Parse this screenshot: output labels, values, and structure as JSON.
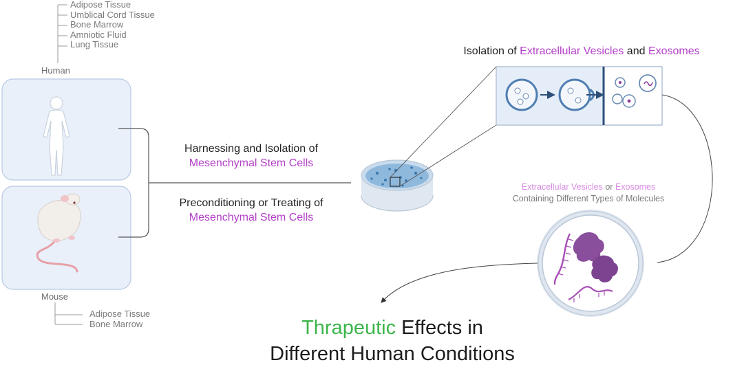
{
  "human": {
    "label": "Human",
    "sources": [
      "Adipose Tissue",
      "Umblical Cord Tissue",
      "Bone Marrow",
      "Amniotic Fluid",
      "Lung Tissue"
    ]
  },
  "mouse": {
    "label": "Mouse",
    "sources": [
      "Adipose Tissue",
      "Bone Marrow"
    ]
  },
  "harness": {
    "line1": "Harnessing and Isolation of",
    "line2": "Mesenchymal Stem Cells"
  },
  "precondition": {
    "line1": "Preconditioning or Treating of",
    "line2": "Mesenchymal Stem Cells"
  },
  "isolation": {
    "prefix": "Isolation of ",
    "ev": "Extracellular Vesicles",
    "and": " and ",
    "exo": "Exosomes"
  },
  "contents": {
    "ev": "Extracellular Vesicles",
    "or": " or ",
    "exo": "Exosomes",
    "line2": "Containing Different Types of Molecules"
  },
  "effects": {
    "word1": "Thrapeutic",
    "rest1": " Effects in",
    "line2": "Different Human Conditions"
  },
  "colors": {
    "accent": "#b23fc6",
    "accent_soft": "#d98ce3",
    "green": "#3cb54a",
    "panel": "#e9f0fa",
    "panel_border": "#b8c9e4"
  }
}
